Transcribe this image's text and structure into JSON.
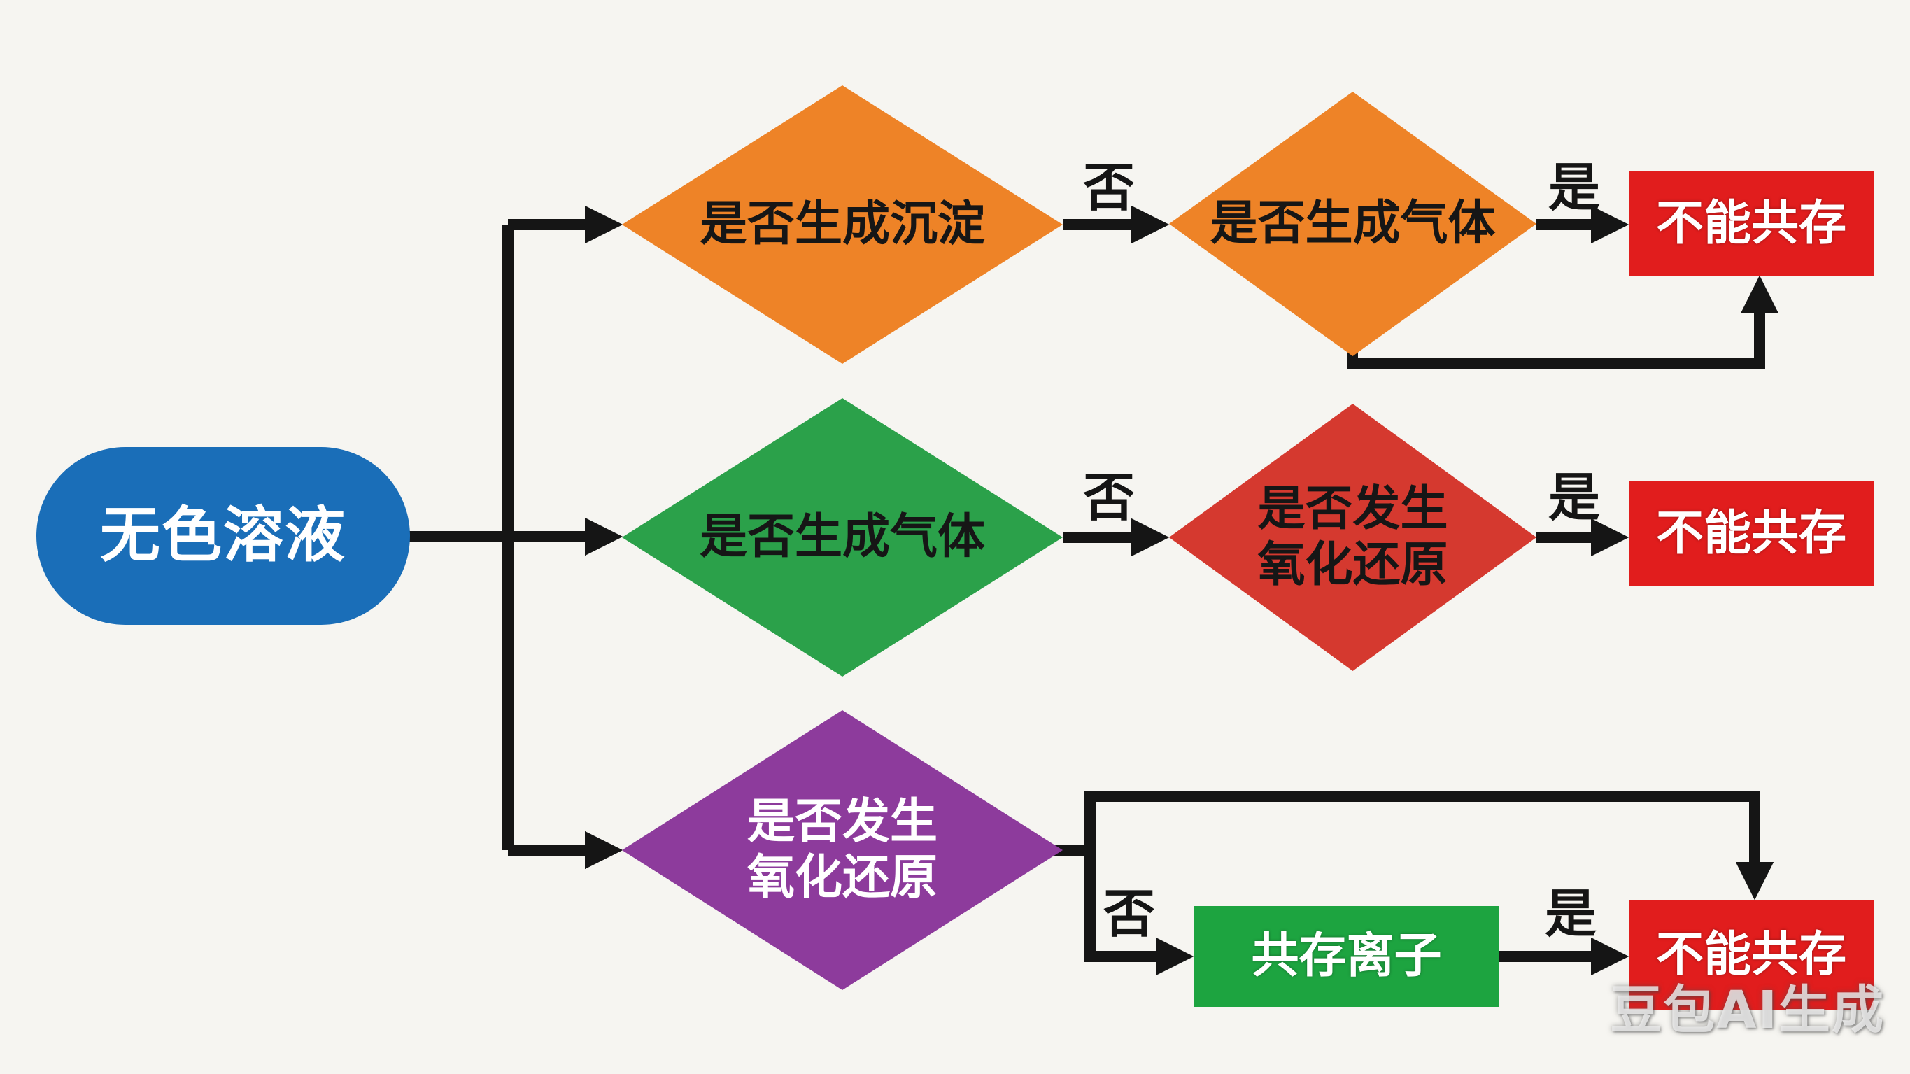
{
  "colors": {
    "background": "#f6f5f1",
    "line": "#151515"
  },
  "nodes": {
    "start": {
      "label": "无色溶液",
      "bg": "#1a6eb8",
      "fg": "#ffffff"
    },
    "check_precipitate": {
      "label": "是否生成沉淀",
      "bg": "#ee8327",
      "fg": "#161616"
    },
    "check_gas_top": {
      "label": "是否生成气体",
      "bg": "#ee8327",
      "fg": "#161616"
    },
    "cannot_coexist_top": {
      "label": "不能共存",
      "bg": "#e11d1d",
      "fg": "#ffffff"
    },
    "check_gas_mid": {
      "label": "是否生成气体",
      "bg": "#2ba14a",
      "fg": "#161616"
    },
    "check_redox_mid": {
      "label": "是否发生\n氧化还原",
      "bg": "#d5392f",
      "fg": "#161616"
    },
    "cannot_coexist_mid": {
      "label": "不能共存",
      "bg": "#e11d1d",
      "fg": "#ffffff"
    },
    "check_redox_bottom": {
      "label": "是否发生\n氧化还原",
      "bg": "#8d3b9c",
      "fg": "#ffffff"
    },
    "coexist_ions": {
      "label": "共存离子",
      "bg": "#1da440",
      "fg": "#ffffff"
    },
    "cannot_coexist_bottom": {
      "label": "不能共存",
      "bg": "#e11d1d",
      "fg": "#ffffff"
    }
  },
  "edge_labels": {
    "e1": "否",
    "e2": "是",
    "e3": "否",
    "e4": "是",
    "e5": "否",
    "e6": "是"
  },
  "watermark": {
    "text": "豆包AI生成"
  }
}
